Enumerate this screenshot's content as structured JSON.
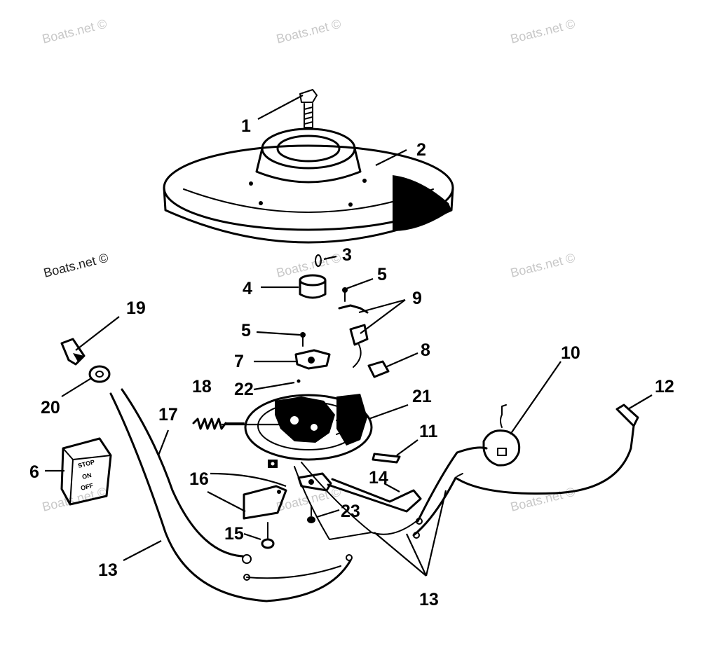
{
  "watermark": {
    "text": "Boats.net ©"
  },
  "callouts": {
    "c1": "1",
    "c2": "2",
    "c3": "3",
    "c4": "4",
    "c5a": "5",
    "c5b": "5",
    "c6": "6",
    "c7": "7",
    "c8": "8",
    "c9": "9",
    "c10": "10",
    "c11": "11",
    "c12": "12",
    "c13a": "13",
    "c13b": "13",
    "c14": "14",
    "c15": "15",
    "c16": "16",
    "c17": "17",
    "c18": "18",
    "c19": "19",
    "c20": "20",
    "c21": "21",
    "c22": "22",
    "c23": "23"
  },
  "stop_switch_box": {
    "line1": "STOP",
    "line2": "ON",
    "line3": "OFF"
  },
  "colors": {
    "ink": "#000000",
    "watermark": "#c8c8c8",
    "background": "#ffffff"
  }
}
